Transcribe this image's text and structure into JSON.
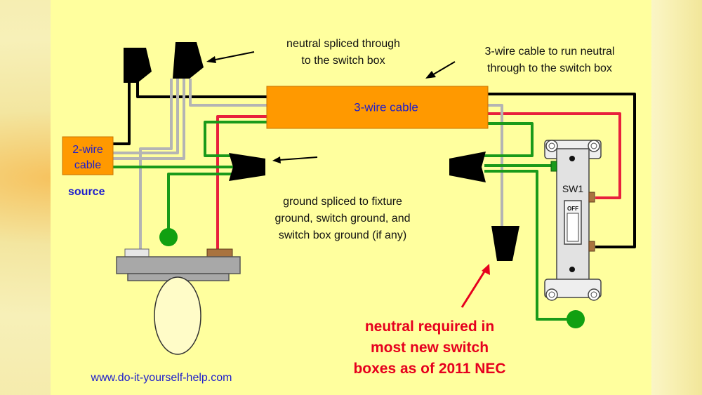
{
  "diagram": {
    "cable_3wire_label": "3-wire cable",
    "cable_2wire_label_line1": "2-wire",
    "cable_2wire_label_line2": "cable",
    "source_label": "source",
    "note_neutral_spliced_line1": "neutral spliced through",
    "note_neutral_spliced_line2": "to the switch box",
    "note_3wire_run_line1": "3-wire cable to run neutral",
    "note_3wire_run_line2": "through to the switch box",
    "note_ground_line1": "ground spliced to fixture",
    "note_ground_line2": "ground, switch ground, and",
    "note_ground_line3": "switch box ground (if any)",
    "note_nec_line1": "neutral required in",
    "note_nec_line2": "most new switch",
    "note_nec_line3": "boxes as of 2011 NEC",
    "switch_label": "SW1",
    "switch_off_label": "OFF",
    "website": "www.do-it-yourself-help.com"
  },
  "colors": {
    "panel": "#ffff9e",
    "cable": "#ff9900",
    "wire_black": "#000000",
    "wire_white": "#b4b4b4",
    "wire_red": "#e8203c",
    "wire_green": "#1a9a1a",
    "ground_dot": "#11a011",
    "label_blue": "#1e1ecc",
    "note_red": "#e6001e"
  }
}
